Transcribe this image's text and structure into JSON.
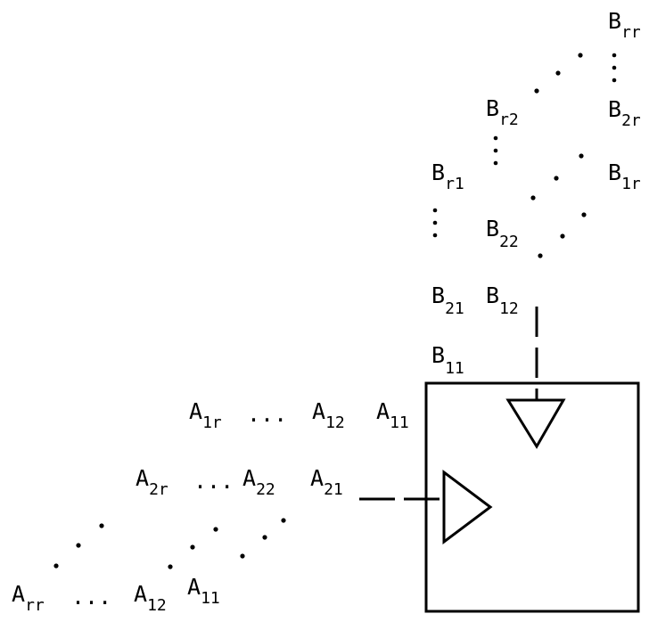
{
  "labels": {
    "b_rr": {
      "base": "B",
      "sub": "rr"
    },
    "b_r2": {
      "base": "B",
      "sub": "r2"
    },
    "b_2r": {
      "base": "B",
      "sub": "2r"
    },
    "b_r1": {
      "base": "B",
      "sub": "r1"
    },
    "b_1r": {
      "base": "B",
      "sub": "1r"
    },
    "b_22": {
      "base": "B",
      "sub": "22"
    },
    "b_21": {
      "base": "B",
      "sub": "21"
    },
    "b_12": {
      "base": "B",
      "sub": "12"
    },
    "b_11": {
      "base": "B",
      "sub": "11"
    },
    "a_1r": {
      "base": "A",
      "sub": "1r"
    },
    "a_12_top": {
      "base": "A",
      "sub": "12"
    },
    "a_11_top": {
      "base": "A",
      "sub": "11"
    },
    "a_2r": {
      "base": "A",
      "sub": "2r"
    },
    "a_22": {
      "base": "A",
      "sub": "22"
    },
    "a_21": {
      "base": "A",
      "sub": "21"
    },
    "a_rr": {
      "base": "A",
      "sub": "rr"
    },
    "a_12_bottom": {
      "base": "A",
      "sub": "12"
    },
    "a_11_bottom": {
      "base": "A",
      "sub": "11"
    }
  },
  "ellipsis": "..."
}
